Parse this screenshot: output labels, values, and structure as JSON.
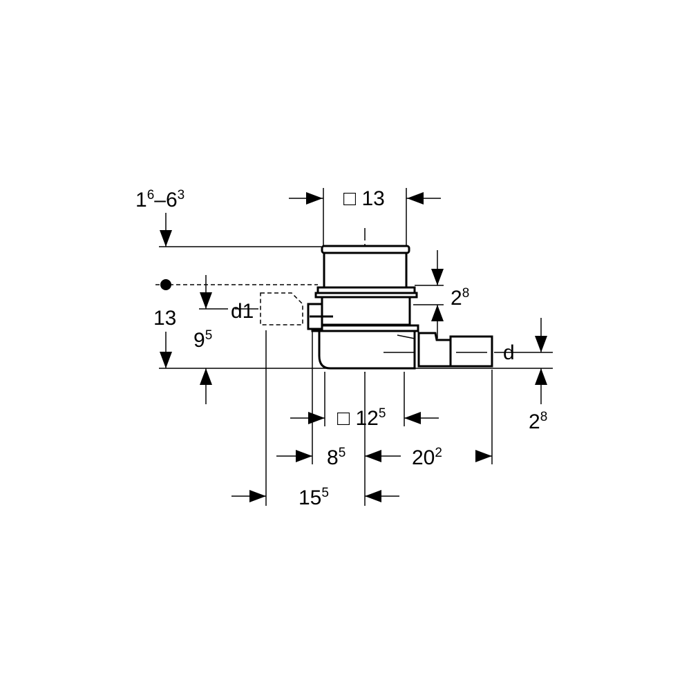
{
  "dimensions": {
    "height_range": {
      "main": "1",
      "sup": "6",
      "mid": "–6",
      "sup2": "3"
    },
    "top_square": {
      "symbol": "□",
      "value": "13"
    },
    "ring_height": {
      "main": "2",
      "sup": "8"
    },
    "d1": "d1",
    "left_height": "13",
    "outlet_height": {
      "main": "9",
      "sup": "5"
    },
    "outlet_d": "d",
    "bottom_offset": {
      "main": "2",
      "sup": "8"
    },
    "bottom_square": {
      "symbol": "□",
      "value": "12",
      "sup": "5"
    },
    "dim_8_5": {
      "main": "8",
      "sup": "5"
    },
    "dim_20_2": {
      "main": "20",
      "sup": "2"
    },
    "dim_15_5": {
      "main": "15",
      "sup": "5"
    }
  }
}
